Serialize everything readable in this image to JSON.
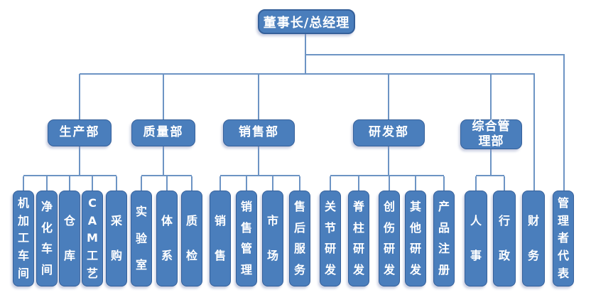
{
  "org_chart": {
    "root": {
      "label": "董事长/总经理"
    },
    "departments": [
      {
        "label": "生产部",
        "children": [
          {
            "label": "机加工车间"
          },
          {
            "label": "净化车间"
          },
          {
            "label": "仓库"
          },
          {
            "label": "CAM工艺"
          },
          {
            "label": "采购"
          }
        ]
      },
      {
        "label": "质量部",
        "children": [
          {
            "label": "实验室"
          },
          {
            "label": "体系"
          },
          {
            "label": "质检"
          }
        ]
      },
      {
        "label": "销售部",
        "children": [
          {
            "label": "销售"
          },
          {
            "label": "销售管理"
          },
          {
            "label": "市场"
          },
          {
            "label": "售后服务"
          }
        ]
      },
      {
        "label": "研发部",
        "children": [
          {
            "label": "关节研发"
          },
          {
            "label": "脊柱研发"
          },
          {
            "label": "创伤研发"
          },
          {
            "label": "其他研发"
          },
          {
            "label": "产品注册"
          }
        ]
      },
      {
        "label": "综合管理部",
        "children": [
          {
            "label": "人事"
          },
          {
            "label": "行政"
          }
        ]
      }
    ],
    "department_level_units": [
      {
        "label": "财务"
      }
    ],
    "root_level_units": [
      {
        "label": "管理者代表"
      }
    ],
    "colors": {
      "box_fill": "#4a7ebc",
      "box_border": "#35609a",
      "connector": "#6d94c4",
      "text": "#ffffff"
    }
  }
}
